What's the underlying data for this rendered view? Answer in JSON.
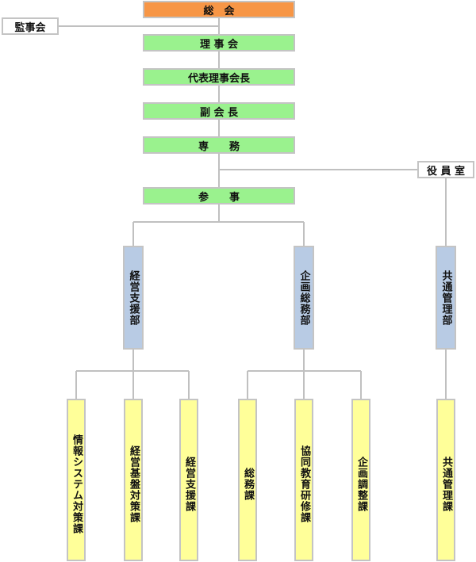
{
  "general_meeting": "総　会",
  "auditor": "監事会",
  "board": "理 事 会",
  "representative": "代表理事会長",
  "vice_president": "副 会 長",
  "managing_director": "専　　務",
  "executive_office": "役 員 室",
  "councilor": "参　　事",
  "departments": [
    {
      "name": "経営支援部",
      "sections": [
        "情報システム対策課",
        "経営基盤対策課",
        "経営支援課"
      ]
    },
    {
      "name": "企画総務部",
      "sections": [
        "総務課",
        "協同教育研修課",
        "企画調整課"
      ]
    },
    {
      "name": "共通管理部",
      "sections": [
        "共通管理課"
      ]
    }
  ]
}
